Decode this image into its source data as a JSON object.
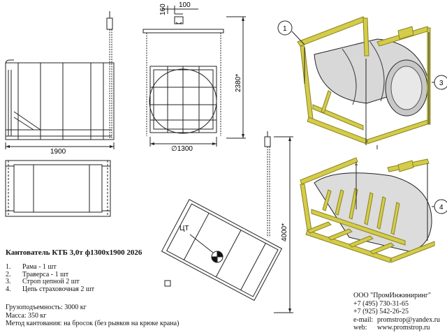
{
  "dimensions": {
    "length": "1900",
    "width_top": "100",
    "offset_top": "160",
    "diameter": "∅1300",
    "height_total": "2380*",
    "height_tilt": "4000*",
    "cg_label": "ЦТ"
  },
  "callouts": [
    "1",
    "3",
    "4"
  ],
  "title": "Кантователь КТБ 3,0т ф1300х1900 2026",
  "parts": [
    {
      "num": "1.",
      "text": "Рама - 1 шт"
    },
    {
      "num": "2.",
      "text": "Траверса - 1 шт"
    },
    {
      "num": "3.",
      "text": "Строп цепной 2 шт"
    },
    {
      "num": "4.",
      "text": "Цепь страховочная 2 шт"
    }
  ],
  "specs": {
    "capacity": "Грузоподъемность:  3000 кг",
    "mass": "Масса: 350 кг",
    "method": "Метод кантования: на бросок (без рывков на крюке крана)"
  },
  "company": {
    "name": "ООО \"ПромИнжиниринг\"",
    "phone1": "+7 (495) 730-31-65",
    "phone2": "+7 (925) 542-26-25",
    "email_label": "e-mail:",
    "email": "promstrop@yandex.ru",
    "web_label": "web:",
    "web": "www.promstrop.ru"
  },
  "colors": {
    "frame": "#d4cc4a",
    "frame_dark": "#8a8420",
    "pipe": "#d8d8d8",
    "line": "#222222"
  }
}
